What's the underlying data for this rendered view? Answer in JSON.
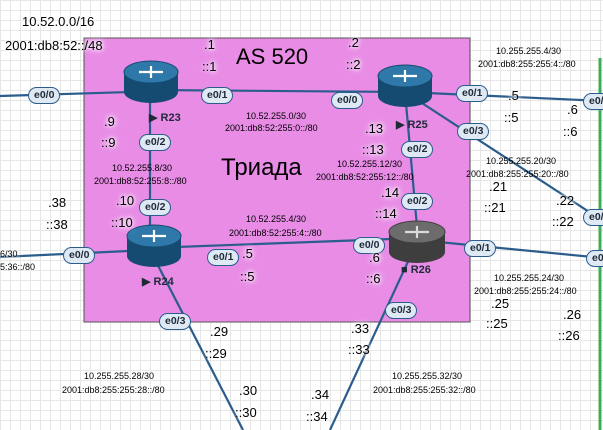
{
  "top_left": {
    "net4": "10.52.0.0/16",
    "net6": "2001:db8:52::/48"
  },
  "as_title": "AS 520",
  "triad": "Триада",
  "routers": {
    "r23": "R23",
    "r24": "R24",
    "r25": "R25",
    "r26": "R26"
  },
  "arrow_glyph": "▶",
  "square_glyph": "■",
  "ifaces": {
    "e0_0": "e0/0",
    "e0_1": "e0/1",
    "e0_2": "e0/2",
    "e0_3": "e0/3"
  },
  "nets": {
    "n0_4": "10.52.255.0/30",
    "n0_6": "2001:db8:52:255:0::/80",
    "n8_4": "10.52.255.8/30",
    "n8_6": "2001:db8:52:255:8::/80",
    "n12_4": "10.52.255.12/30",
    "n12_6": "2001:db8:52:255:12::/80",
    "n4_4": "10.52.255.4/30",
    "n4_6": "2001:db8:52:255:4::/80",
    "e4_4": "10.255.255.4/30",
    "e4_6": "2001:db8:255:255:4::/80",
    "e20_4": "10.255.255.20/30",
    "e20_6": "2001:db8:255:255:20::/80",
    "e24_4": "10.255.255.24/30",
    "e24_6": "2001:db8:255:255:24::/80",
    "e28_4": "10.255.255.28/30",
    "e28_6": "2001:db8:255:255:28::/80",
    "e32_4": "10.255.255.32/30",
    "e32_6": "2001:db8:255:255:32::/80",
    "left_frag4": "6/30",
    "left_frag6": "5:36::/80"
  },
  "addrs": {
    "a1": ".1",
    "a1_6": "::1",
    "a2": ".2",
    "a2_6": "::2",
    "a9": ".9",
    "a9_6": "::9",
    "a10": ".10",
    "a10_6": "::10",
    "a13": ".13",
    "a13_6": "::13",
    "a14": ".14",
    "a14_6": "::14",
    "a5": ".5",
    "a5_6": "::5",
    "a6": ".6",
    "a6_6": "::6",
    "a38": ".38",
    "a38_6": "::38",
    "a21": ".21",
    "a21_6": "::21",
    "a22": ".22",
    "a22_6": "::22",
    "a25": ".25",
    "a25_6": "::25",
    "a26": ".26",
    "a26_6": "::26",
    "a29": ".29",
    "a29_6": "::29",
    "a30": ".30",
    "a30_6": "::30",
    "a33": ".33",
    "a33_6": "::33",
    "a34": ".34",
    "a34_6": "::34"
  },
  "colors": {
    "as_area": "#e88ce6",
    "link": "#2b5d8c",
    "router": "#1f5a86",
    "router_off": "#5a5a5a"
  }
}
